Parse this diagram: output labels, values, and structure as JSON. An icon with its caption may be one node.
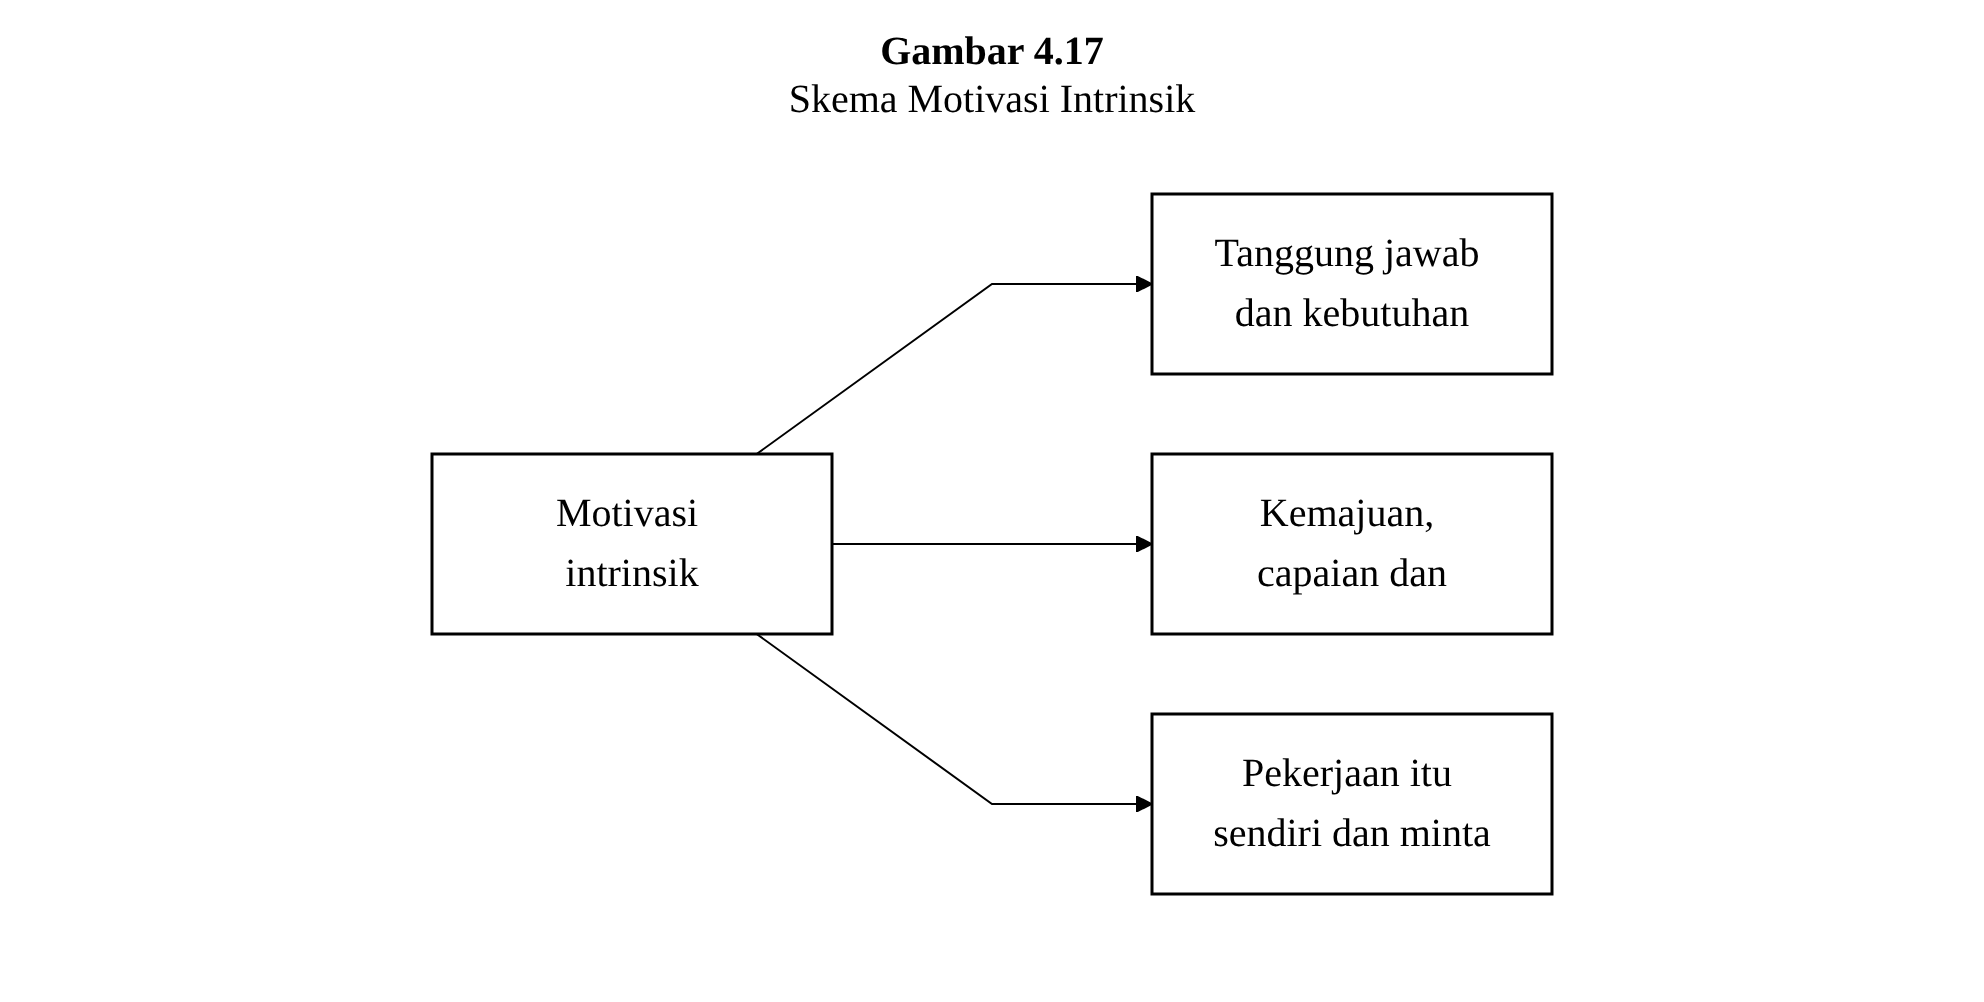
{
  "diagram": {
    "title": "Gambar 4.17",
    "nodes": [
      {
        "text": [
          "Motivasi intrinsik"
        ]
      },
      {
        "text": [
          "Tanggung jawab dan kebutuhan"
        ]
      },
      {
        "text": [
          "Kemajuan, capaian dan"
        ]
      },
      {
        "text": [
          "Pekerjaan itu sendiri dan minta"
        ]
      }
    ],
    "edges": [
      {
        "from": 0,
        "to": 1,
        "arrow": "to"
      },
      {
        "from": 0,
        "to": 2,
        "arrow": "to"
      },
      {
        "from": 0,
        "to": 3,
        "arrow": "to"
      }
    ],
    "labels": [
      "Skema Motivasi Intrinsik"
    ]
  }
}
